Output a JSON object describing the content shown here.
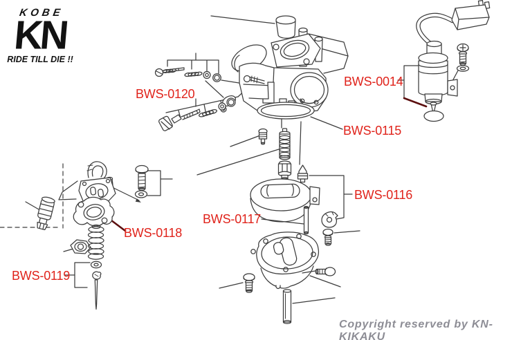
{
  "logo": {
    "kobe": "KOBE",
    "kn": "KN",
    "tagline": "RIDE TILL DIE !!"
  },
  "part_labels": {
    "bws0120": "BWS-0120",
    "bws0014": "BWS-0014",
    "bws0115": "BWS-0115",
    "bws0116": "BWS-0116",
    "bws0117": "BWS-0117",
    "bws0118": "BWS-0118",
    "bws0119": "BWS-0119"
  },
  "copyright": "Copyright reserved by KN-KIKAKU",
  "colors": {
    "label_red": "#e0231b",
    "pointer_dark_red": "#5c0f0f",
    "line_color": "#3c3c3c",
    "copyright_gray": "#8d8d95",
    "logo_black": "#121212"
  }
}
